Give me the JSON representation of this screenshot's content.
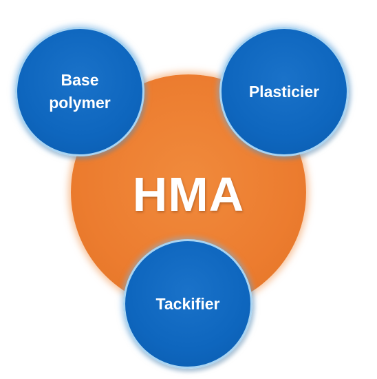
{
  "diagram": {
    "center": {
      "label": "HMA",
      "color": "#ec7c2f"
    },
    "components": [
      {
        "id": "base",
        "label": "Base\npolymer",
        "color": "#0e66be"
      },
      {
        "id": "plasticier",
        "label": "Plasticier",
        "color": "#0e66be"
      },
      {
        "id": "tackifier",
        "label": "Tackifier",
        "color": "#0e66be"
      }
    ]
  }
}
